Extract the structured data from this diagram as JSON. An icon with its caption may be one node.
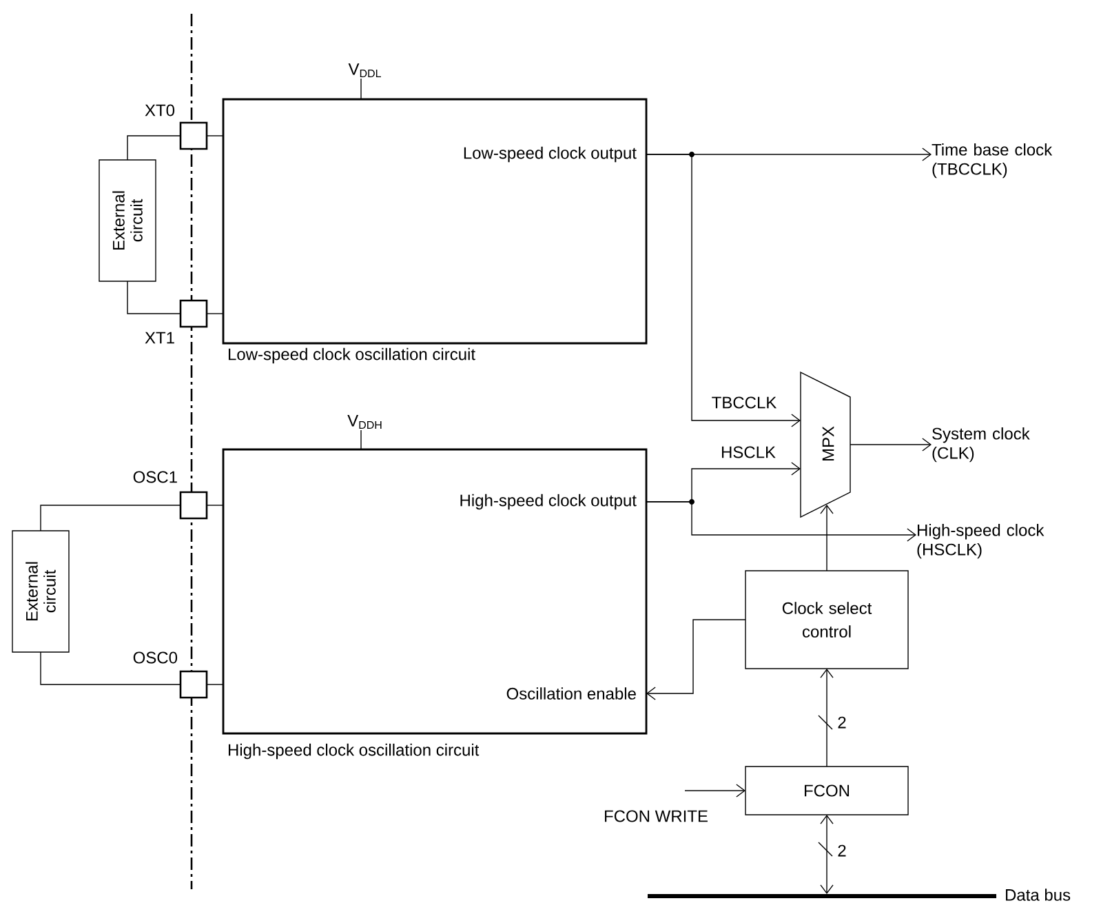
{
  "diagram": {
    "nodes": [
      {
        "text": [
          "Low-speed clock output",
          "Low-speed clock oscillation circuit"
        ]
      },
      {
        "text": [],
        "shape": "box",
        "beside": [
          "XT0"
        ]
      },
      {
        "text": [],
        "shape": "box",
        "beside": [
          "XT1"
        ]
      },
      {
        "text": [
          "External circuit"
        ]
      },
      {
        "text": [
          "High-speed clock output",
          "Oscillation enable",
          "High-speed clock oscillation circuit"
        ]
      },
      {
        "text": [],
        "shape": "box",
        "beside": [
          "OSC1"
        ]
      },
      {
        "text": [],
        "shape": "box",
        "beside": [
          "OSC0"
        ]
      },
      {
        "text": [
          "External circuit"
        ]
      },
      {
        "text": [
          "MPX"
        ]
      },
      {
        "text": [
          "Clock select control"
        ]
      },
      {
        "text": [
          "FCON"
        ]
      },
      {
        "text": [],
        "shape": "bar",
        "beside": [
          "Data bus"
        ]
      },
      {
        "text": [
          "Time base clock (TBCCLK)"
        ]
      },
      {
        "text": [
          "System clock (CLK)"
        ]
      },
      {
        "text": [
          "High-speed clock (HSCLK)"
        ]
      }
    ],
    "edges": [
      {
        "from": 3,
        "to": 1,
        "arrow": "none"
      },
      {
        "from": 3,
        "to": 2,
        "arrow": "none"
      },
      {
        "from": 1,
        "to": 0,
        "arrow": "none"
      },
      {
        "from": 2,
        "to": 0,
        "arrow": "none"
      },
      {
        "from": 7,
        "to": 5,
        "arrow": "none"
      },
      {
        "from": 7,
        "to": 6,
        "arrow": "none"
      },
      {
        "from": 5,
        "to": 4,
        "arrow": "none"
      },
      {
        "from": 6,
        "to": 4,
        "arrow": "none"
      },
      {
        "from": 0,
        "to": 12,
        "arrow": "to"
      },
      {
        "from": 0,
        "to": 8,
        "arrow": "to",
        "label": "TBCCLK"
      },
      {
        "from": 4,
        "to": 8,
        "arrow": "to",
        "label": "HSCLK"
      },
      {
        "from": 4,
        "to": 14,
        "arrow": "to"
      },
      {
        "from": 8,
        "to": 13,
        "arrow": "to"
      },
      {
        "from": 9,
        "to": 8,
        "arrow": "to"
      },
      {
        "from": 9,
        "to": 4,
        "arrow": "to"
      },
      {
        "from": 10,
        "to": 9,
        "arrow": "to",
        "label": "2"
      },
      {
        "from": null,
        "to": 10,
        "arrow": "to",
        "label": "FCON WRITE"
      },
      {
        "from": 10,
        "to": 11,
        "arrow": "both",
        "label": "2"
      }
    ],
    "labels": [
      "V$_{DDL}$",
      "V$_{DDH}$"
    ]
  }
}
